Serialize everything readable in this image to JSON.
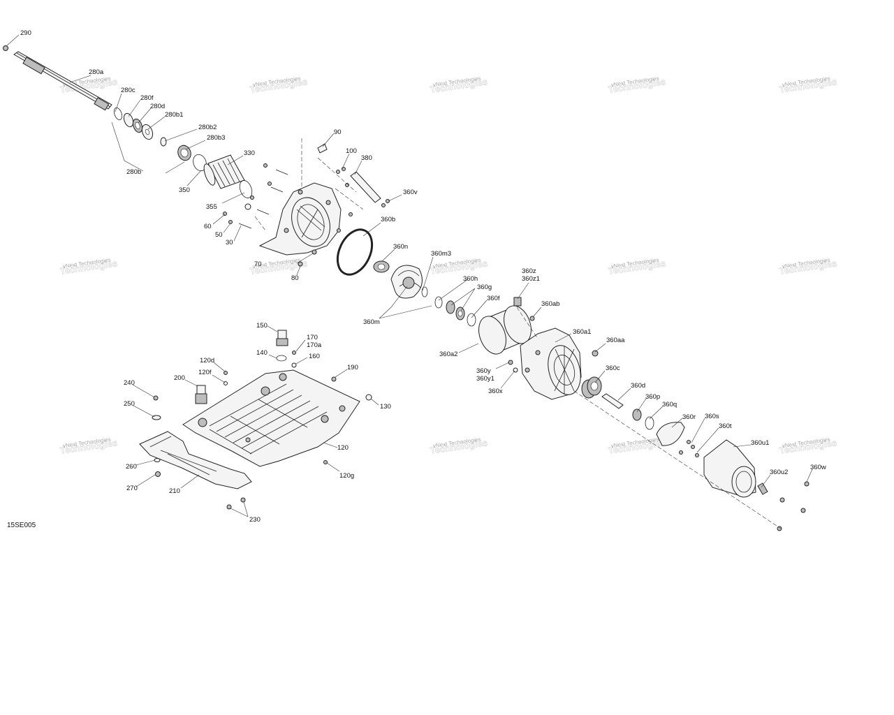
{
  "figure_code": "15SE005",
  "watermark": {
    "line1": "vNext Technologies",
    "line2": "Technologies"
  },
  "callouts": [
    {
      "id": "290",
      "text": "290"
    },
    {
      "id": "280a",
      "text": "280a"
    },
    {
      "id": "280c",
      "text": "280c"
    },
    {
      "id": "280f",
      "text": "280f"
    },
    {
      "id": "280d",
      "text": "280d"
    },
    {
      "id": "280b1",
      "text": "280b1"
    },
    {
      "id": "280b2",
      "text": "280b2"
    },
    {
      "id": "280b3",
      "text": "280b3"
    },
    {
      "id": "280b",
      "text": "280b"
    },
    {
      "id": "330",
      "text": "330"
    },
    {
      "id": "350",
      "text": "350"
    },
    {
      "id": "355",
      "text": "355"
    },
    {
      "id": "60",
      "text": "60"
    },
    {
      "id": "50",
      "text": "50"
    },
    {
      "id": "30",
      "text": "30"
    },
    {
      "id": "90",
      "text": "90"
    },
    {
      "id": "100",
      "text": "100"
    },
    {
      "id": "380",
      "text": "380"
    },
    {
      "id": "360v",
      "text": "360v"
    },
    {
      "id": "360b",
      "text": "360b"
    },
    {
      "id": "360n",
      "text": "360n"
    },
    {
      "id": "360m3",
      "text": "360m3"
    },
    {
      "id": "360h",
      "text": "360h"
    },
    {
      "id": "360g",
      "text": "360g"
    },
    {
      "id": "360f",
      "text": "360f"
    },
    {
      "id": "360m",
      "text": "360m"
    },
    {
      "id": "360a2",
      "text": "360a2"
    },
    {
      "id": "70",
      "text": "70"
    },
    {
      "id": "80",
      "text": "80"
    },
    {
      "id": "360z",
      "text": "360z"
    },
    {
      "id": "360z1",
      "text": "360z1"
    },
    {
      "id": "360ab",
      "text": "360ab"
    },
    {
      "id": "360a1",
      "text": "360a1"
    },
    {
      "id": "360aa",
      "text": "360aa"
    },
    {
      "id": "360c",
      "text": "360c"
    },
    {
      "id": "360y",
      "text": "360y"
    },
    {
      "id": "360y1",
      "text": "360y1"
    },
    {
      "id": "360x",
      "text": "360x"
    },
    {
      "id": "360d",
      "text": "360d"
    },
    {
      "id": "360p",
      "text": "360p"
    },
    {
      "id": "360q",
      "text": "360q"
    },
    {
      "id": "360r",
      "text": "360r"
    },
    {
      "id": "360s",
      "text": "360s"
    },
    {
      "id": "360t",
      "text": "360t"
    },
    {
      "id": "360u1",
      "text": "360u1"
    },
    {
      "id": "360u2",
      "text": "360u2"
    },
    {
      "id": "360w",
      "text": "360w"
    },
    {
      "id": "150",
      "text": "150"
    },
    {
      "id": "170",
      "text": "170"
    },
    {
      "id": "170a",
      "text": "170a"
    },
    {
      "id": "140",
      "text": "140"
    },
    {
      "id": "160",
      "text": "160"
    },
    {
      "id": "190",
      "text": "190"
    },
    {
      "id": "120d",
      "text": "120d"
    },
    {
      "id": "120f",
      "text": "120f"
    },
    {
      "id": "200",
      "text": "200"
    },
    {
      "id": "240",
      "text": "240"
    },
    {
      "id": "250",
      "text": "250"
    },
    {
      "id": "130",
      "text": "130"
    },
    {
      "id": "120",
      "text": "120"
    },
    {
      "id": "120g",
      "text": "120g"
    },
    {
      "id": "260",
      "text": "260"
    },
    {
      "id": "270",
      "text": "270"
    },
    {
      "id": "210",
      "text": "210"
    },
    {
      "id": "230",
      "text": "230"
    }
  ]
}
